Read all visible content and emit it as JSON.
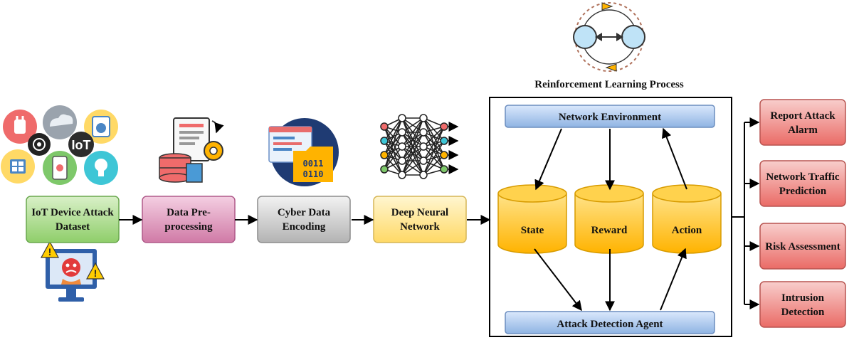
{
  "pipeline": [
    {
      "id": "iot",
      "lines": [
        "IoT Device Attack",
        "Dataset"
      ],
      "fill_top": "#d9f0c8",
      "fill_bottom": "#8fce6a",
      "stroke": "#6aa84f"
    },
    {
      "id": "prep",
      "lines": [
        "Data Pre-",
        "processing"
      ],
      "fill_top": "#f4cfe2",
      "fill_bottom": "#d07aa6",
      "stroke": "#b05a8a"
    },
    {
      "id": "enc",
      "lines": [
        "Cyber Data",
        "Encoding"
      ],
      "fill_top": "#f2f2f2",
      "fill_bottom": "#b3b3b3",
      "stroke": "#8c8c8c"
    },
    {
      "id": "dnn",
      "lines": [
        "Deep Neural",
        "Network"
      ],
      "fill_top": "#fff6d0",
      "fill_bottom": "#ffd966",
      "stroke": "#d6b656"
    }
  ],
  "rl": {
    "title": "Reinforcement Learning Process",
    "environment": "Network Environment",
    "agent": "Attack Detection Agent",
    "cylinders": [
      "State",
      "Reward",
      "Action"
    ],
    "bar_fill_top": "#dae8fc",
    "bar_fill_bottom": "#8fb4e3",
    "bar_stroke": "#6c8ebf",
    "cyl_fill_top": "#ffe38a",
    "cyl_fill_bottom": "#ffb300"
  },
  "outputs": [
    {
      "lines": [
        "Report Attack",
        "Alarm"
      ]
    },
    {
      "lines": [
        "Network Traffic",
        "Prediction"
      ]
    },
    {
      "lines": [
        "Risk Assessment"
      ]
    },
    {
      "lines": [
        "Intrusion",
        "Detection"
      ]
    }
  ],
  "output_fill_top": "#f8cecc",
  "output_fill_bottom": "#ea6b66",
  "output_stroke": "#b85450",
  "icons": [
    "iot-devices-icon",
    "data-processing-icon",
    "encoding-folder-icon",
    "neural-network-icon",
    "rl-cycle-icon",
    "attack-monitor-icon"
  ]
}
